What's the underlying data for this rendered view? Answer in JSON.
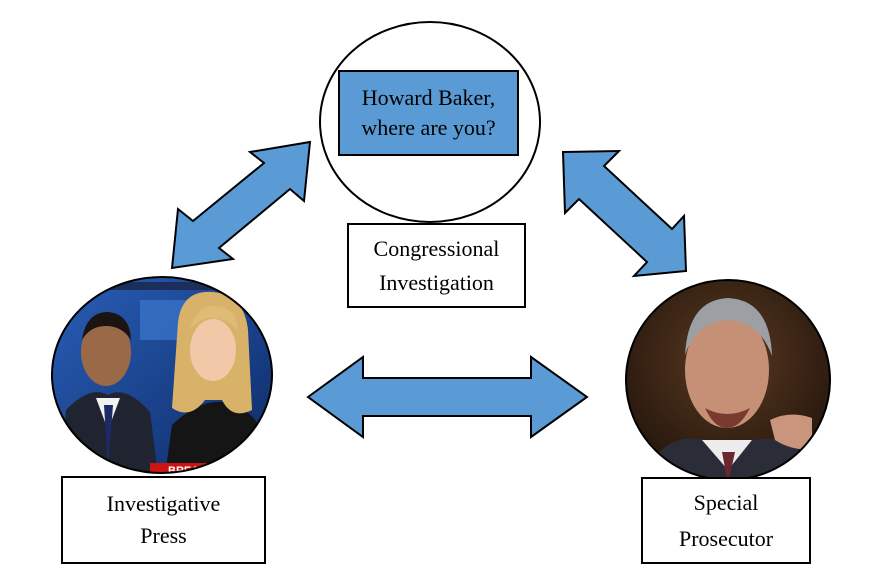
{
  "top_node": {
    "question_lines": [
      "Howard Baker,",
      "where are you?"
    ],
    "label_lines": [
      "Congressional",
      "Investigation"
    ]
  },
  "left_node": {
    "label_lines": [
      "Investigative",
      "Press"
    ],
    "photo_text": "BREAK"
  },
  "right_node": {
    "label_lines": [
      "Special",
      "Prosecutor"
    ]
  },
  "colors": {
    "arrow_fill": "#5b9bd5",
    "outline": "#000000"
  }
}
